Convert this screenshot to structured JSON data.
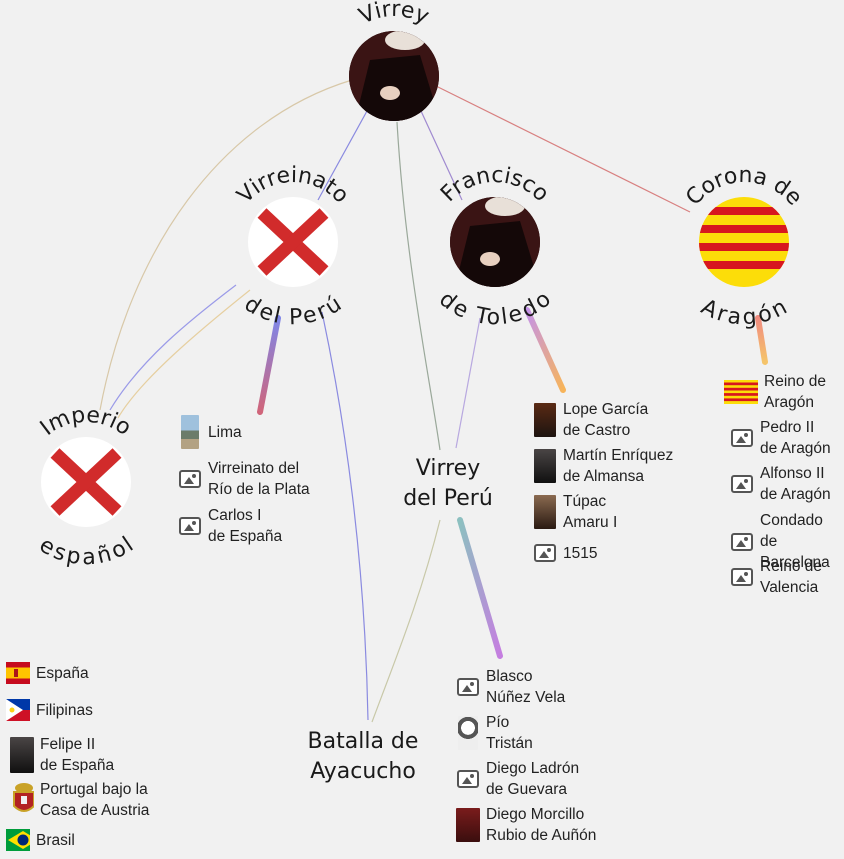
{
  "nodes": {
    "virrey": {
      "label": "Virrey"
    },
    "virreinato_peru": {
      "label_top": "Virreinato",
      "label_bottom": "del Perú"
    },
    "francisco_toledo": {
      "label_top": "Francisco",
      "label_bottom": "de Toledo"
    },
    "corona_aragon": {
      "label_top": "Corona de",
      "label_bottom": "Aragón"
    },
    "imperio_espanol": {
      "label_top": "Imperio",
      "label_bottom": "español"
    },
    "virrey_peru": {
      "line1": "Virrey",
      "line2": "del Perú"
    },
    "batalla_ayacucho": {
      "line1": "Batalla de",
      "line2": "Ayacucho"
    }
  },
  "lists": {
    "imperio": [
      {
        "label": "España",
        "icon": "spain-flag-icon"
      },
      {
        "label": "Filipinas",
        "icon": "philippines-flag-icon"
      },
      {
        "label": "Felipe II\nde España",
        "icon": "portrait-icon"
      },
      {
        "label": "Portugal bajo la\nCasa de Austria",
        "icon": "coat-of-arms-icon"
      },
      {
        "label": "Brasil",
        "icon": "brazil-flag-icon"
      }
    ],
    "virreinato": [
      {
        "label": "Lima",
        "icon": "photo-icon"
      },
      {
        "label": "Virreinato del\nRío de la Plata",
        "icon": "image-placeholder-icon"
      },
      {
        "label": "Carlos I\nde España",
        "icon": "image-placeholder-icon"
      }
    ],
    "toledo": [
      {
        "label": "Lope García\nde Castro",
        "icon": "portrait-icon"
      },
      {
        "label": "Martín Enríquez\nde Almansa",
        "icon": "portrait-icon"
      },
      {
        "label": "Túpac\nAmaru I",
        "icon": "portrait-icon"
      },
      {
        "label": "1515",
        "icon": "image-placeholder-icon"
      }
    ],
    "aragon": [
      {
        "label": "Reino de\nAragón",
        "icon": "aragon-flag-icon"
      },
      {
        "label": "Pedro II\nde Aragón",
        "icon": "image-placeholder-icon"
      },
      {
        "label": "Alfonso II\nde Aragón",
        "icon": "image-placeholder-icon"
      },
      {
        "label": "Condado de\nBarcelona",
        "icon": "image-placeholder-icon"
      },
      {
        "label": "Reino de\nValencia",
        "icon": "image-placeholder-icon"
      }
    ],
    "virrey_peru": [
      {
        "label": "Blasco\nNúñez Vela",
        "icon": "image-placeholder-icon"
      },
      {
        "label": "Pío\nTristán",
        "icon": "portrait-icon"
      },
      {
        "label": "Diego Ladrón\nde Guevara",
        "icon": "image-placeholder-icon"
      },
      {
        "label": "Diego Morcillo\nRubio de Auñón",
        "icon": "portrait-icon"
      }
    ]
  },
  "colors": {
    "background": "#f1f1f1",
    "burgundy_red": "#d12b2b",
    "aragon_red": "#d7171f",
    "aragon_yellow": "#fcdd09"
  }
}
